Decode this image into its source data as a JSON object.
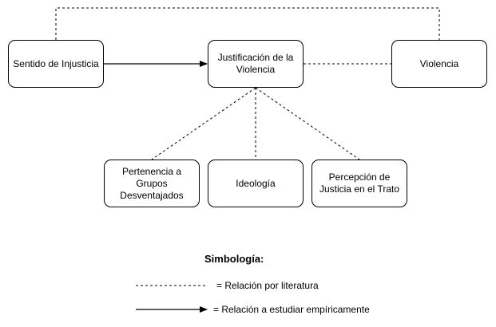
{
  "nodes": {
    "sentido": "Sentido de Injusticia",
    "justificacion": "Justificación de la Violencia",
    "violencia": "Violencia",
    "pertenencia": "Pertenencia a Grupos Desventajados",
    "ideologia": "Ideología",
    "percepcion": "Percepción de Justicia en el Trato"
  },
  "legend": {
    "title": "Simbología:",
    "dashed_label": "= Relación por literatura",
    "solid_label": "= Relación a estudiar empíricamente"
  },
  "colors": {
    "stroke": "#000000",
    "background": "#ffffff"
  }
}
